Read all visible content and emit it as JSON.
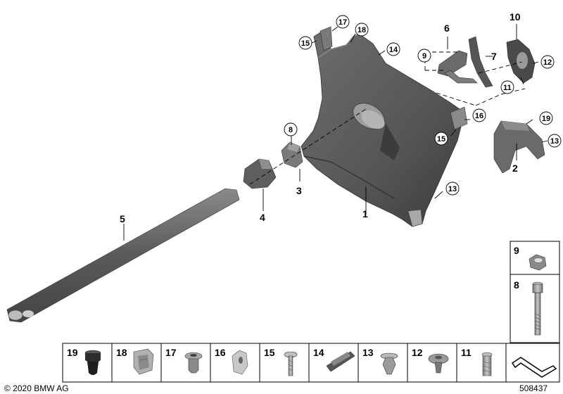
{
  "callouts": {
    "p1": "1",
    "p2": "2",
    "p3": "3",
    "p4": "4",
    "p5": "5",
    "p6": "6",
    "p7": "7",
    "p8": "8",
    "p9": "9",
    "p10": "10",
    "p11": "11",
    "p12": "12",
    "p13": "13",
    "p14": "14",
    "p15": "15",
    "p16": "16",
    "p17": "17",
    "p18": "18",
    "p19": "19"
  },
  "side_panel": {
    "cell_top": "9",
    "cell_bottom": "8"
  },
  "bottom_row": [
    "19",
    "18",
    "17",
    "16",
    "15",
    "14",
    "13",
    "12",
    "11"
  ],
  "footer": {
    "copyright": "© 2020 BMW AG",
    "diagram_number": "508437"
  },
  "colors": {
    "part_fill": "#5c5c5c",
    "part_dark": "#3e3e3e",
    "part_light": "#8a8a8a",
    "fastener_fill": "#9a9a9a",
    "line": "#000000"
  }
}
